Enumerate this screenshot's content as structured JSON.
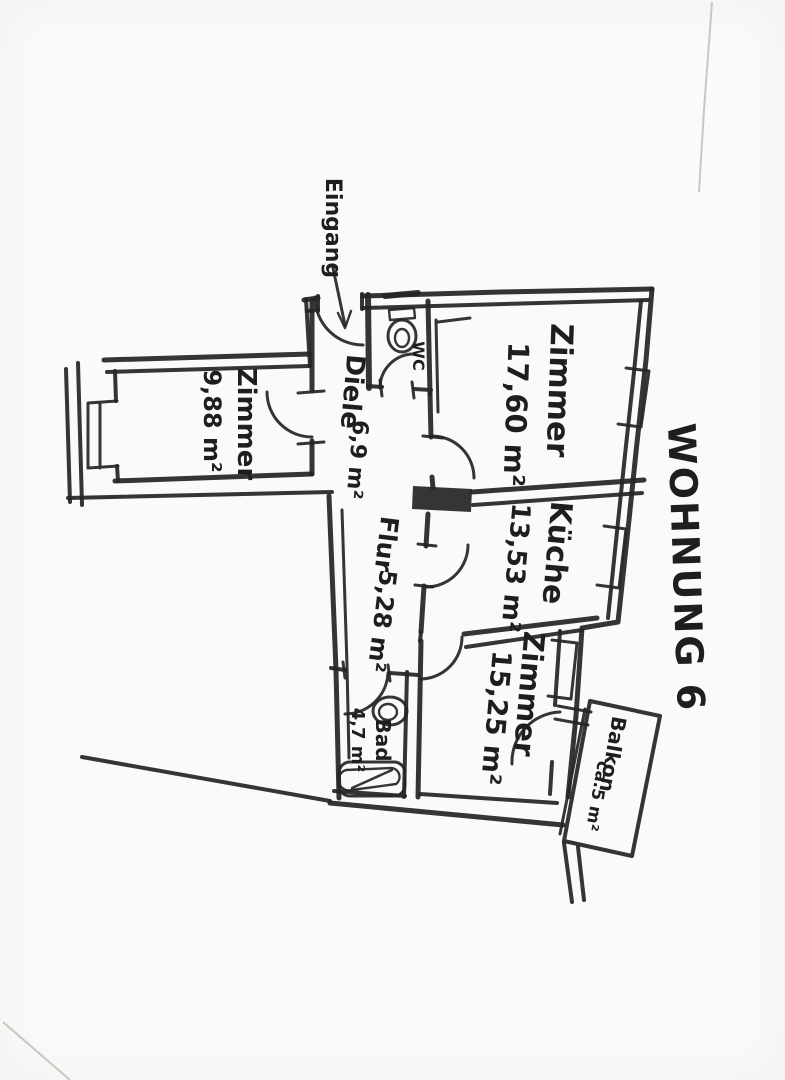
{
  "plan": {
    "title": "WOHNUNG 6",
    "entrance_label": "Eingang"
  },
  "rooms": {
    "zimmer_gross": {
      "name": "Zimmer",
      "area": "17,60 m²"
    },
    "zimmer_links": {
      "name": "Zimmer",
      "area": "9,88 m²"
    },
    "zimmer_sued": {
      "name": "Zimmer",
      "area": "15,25 m²"
    },
    "diele": {
      "name": "Diele",
      "area": "6,9 m²"
    },
    "flur": {
      "name": "Flur",
      "area": "5,28 m²"
    },
    "kueche": {
      "name": "Küche",
      "area": "13,53 m²"
    },
    "bad": {
      "name": "Bad",
      "area": "4,7 m²"
    },
    "wc": {
      "name": "WC"
    },
    "balkon": {
      "name": "Balkon",
      "area": "ca.5 m²"
    }
  },
  "style": {
    "ink_color": "#262626",
    "paper_color": "#fafaf8"
  }
}
